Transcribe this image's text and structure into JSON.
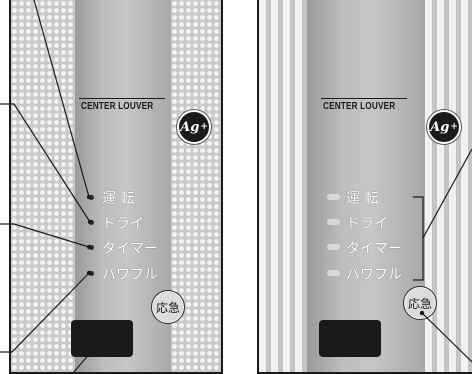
{
  "panels": [
    {
      "id": "left",
      "title": "CENTER LOUVER",
      "badge": {
        "text": "Ag",
        "sup": "+"
      },
      "indicators": [
        {
          "label": "運 転"
        },
        {
          "label": "ドライ"
        },
        {
          "label": "タイマー"
        },
        {
          "label": "パワフル"
        }
      ],
      "button_label": "応急"
    },
    {
      "id": "right",
      "title": "CENTER LOUVER",
      "badge": {
        "text": "Ag",
        "sup": "+"
      },
      "indicators": [
        {
          "label": "運 転"
        },
        {
          "label": "ドライ"
        },
        {
          "label": "タイマー"
        },
        {
          "label": "パワフル"
        }
      ],
      "button_label": "応急"
    }
  ],
  "colors": {
    "panel_border": "#1a1a1a",
    "label_text": "#ffffff",
    "leader_line": "#1a1a1a",
    "display_window": "#1a1a1a"
  },
  "icons": [
    "ag-plus-badge-icon",
    "emergency-button-icon"
  ]
}
